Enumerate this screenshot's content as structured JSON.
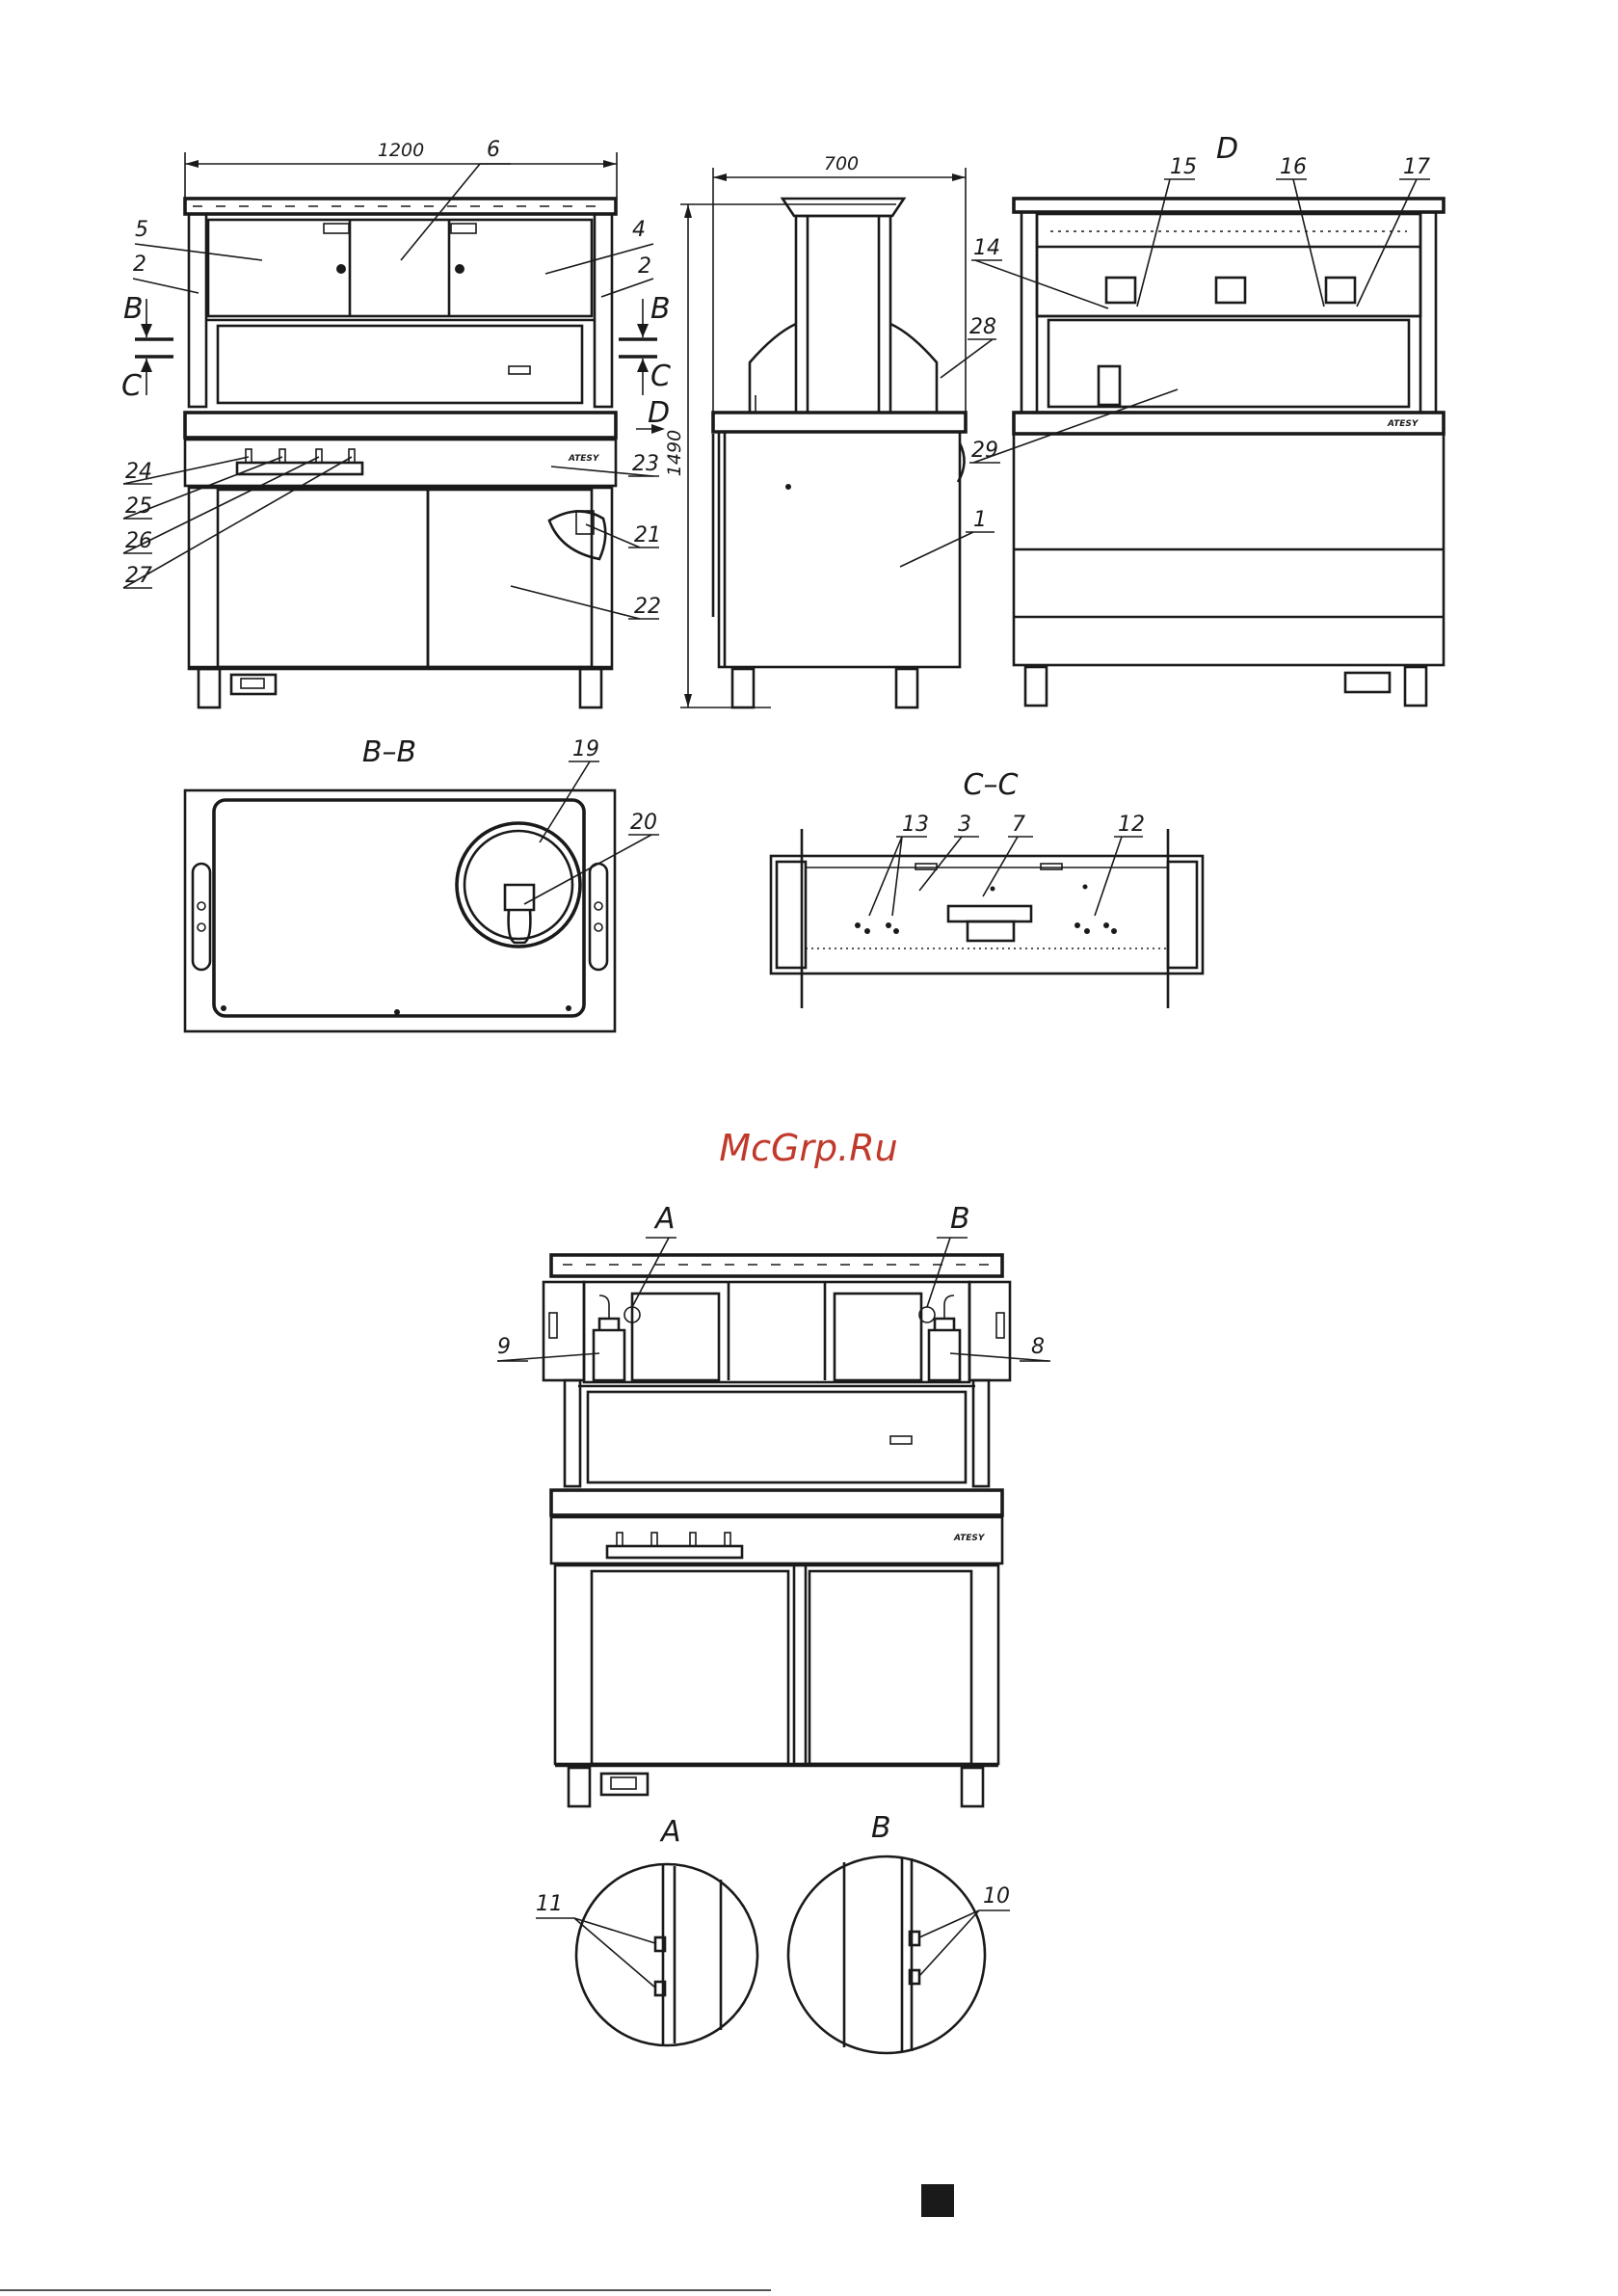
{
  "dimensions": {
    "width": "1200",
    "depth": "700",
    "height": "1490"
  },
  "view_labels": {
    "section_b": "B–B",
    "section_c": "C–C",
    "view_d": "D",
    "detail_a": "A",
    "detail_b": "B"
  },
  "section_marks": {
    "b": "B",
    "c": "C",
    "d": "D"
  },
  "callouts": {
    "n1": "1",
    "n2": "2",
    "n3": "3",
    "n4": "4",
    "n5": "5",
    "n6": "6",
    "n7": "7",
    "n8": "8",
    "n9": "9",
    "n10": "10",
    "n11": "11",
    "n12": "12",
    "n13": "13",
    "n14": "14",
    "n15": "15",
    "n16": "16",
    "n17": "17",
    "n19": "19",
    "n20": "20",
    "n21": "21",
    "n22": "22",
    "n23": "23",
    "n24": "24",
    "n25": "25",
    "n26": "26",
    "n27": "27",
    "n28": "28",
    "n29": "29"
  },
  "brand_mark": "ATESY",
  "watermark": "McGrp.Ru"
}
